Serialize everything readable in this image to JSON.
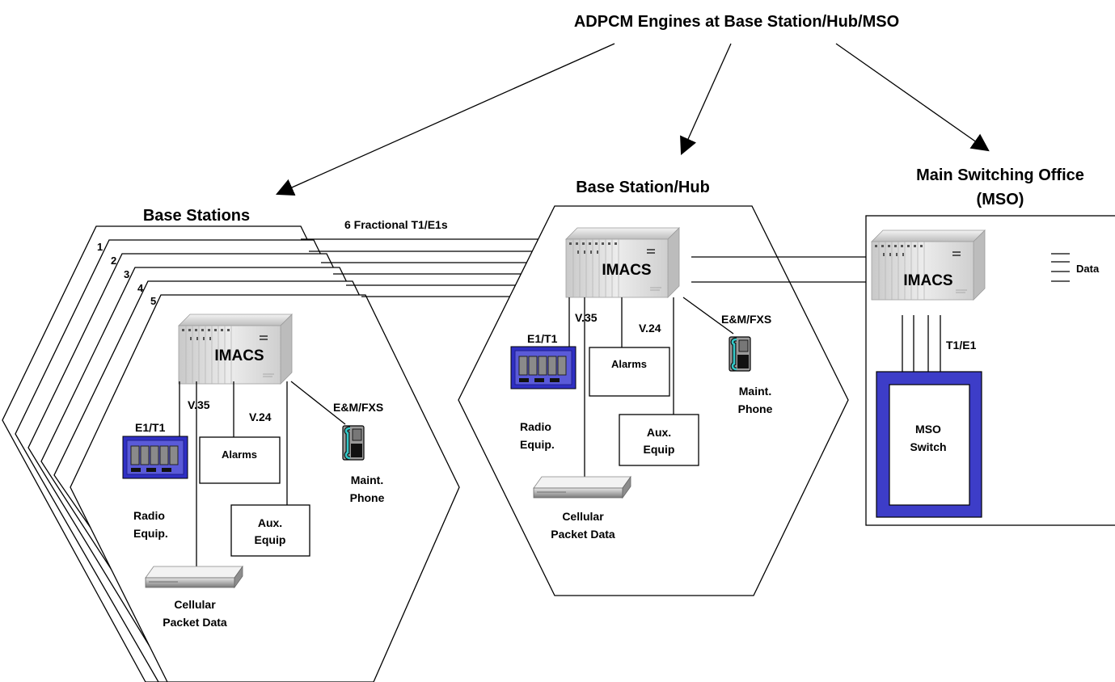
{
  "title": "ADPCM Engines at Base Station/Hub/MSO",
  "base_stations": {
    "heading": "Base Stations",
    "numbers": [
      "1",
      "2",
      "3",
      "4",
      "5"
    ],
    "imacs": "IMACS",
    "links": {
      "v35": "V.35",
      "v24": "V.24",
      "em_fxs": "E&M/FXS"
    },
    "e1t1": "E1/T1",
    "alarms": "Alarms",
    "aux_equip": [
      "Aux.",
      "Equip"
    ],
    "maint_phone": [
      "Maint.",
      "Phone"
    ],
    "radio_equip": [
      "Radio",
      "Equip."
    ],
    "cellular": [
      "Cellular",
      "Packet Data"
    ]
  },
  "trunk_label": "6 Fractional T1/E1s",
  "hub": {
    "heading": "Base Station/Hub",
    "imacs": "IMACS",
    "links": {
      "v35": "V.35",
      "v24": "V.24",
      "em_fxs": "E&M/FXS"
    },
    "e1t1": "E1/T1",
    "alarms": "Alarms",
    "aux_equip": [
      "Aux.",
      "Equip"
    ],
    "maint_phone": [
      "Maint.",
      "Phone"
    ],
    "radio_equip": [
      "Radio",
      "Equip."
    ],
    "cellular": [
      "Cellular",
      "Packet Data"
    ]
  },
  "mso": {
    "heading": [
      "Main Switching Office",
      "(MSO)"
    ],
    "imacs": "IMACS",
    "data": "Data",
    "t1e1": "T1/E1",
    "switch": [
      "MSO",
      "Switch"
    ]
  },
  "colors": {
    "device_blue": "#3a3ad0",
    "switch_frame": "#3d3dc8",
    "phone_teal": "#33c8c8"
  }
}
